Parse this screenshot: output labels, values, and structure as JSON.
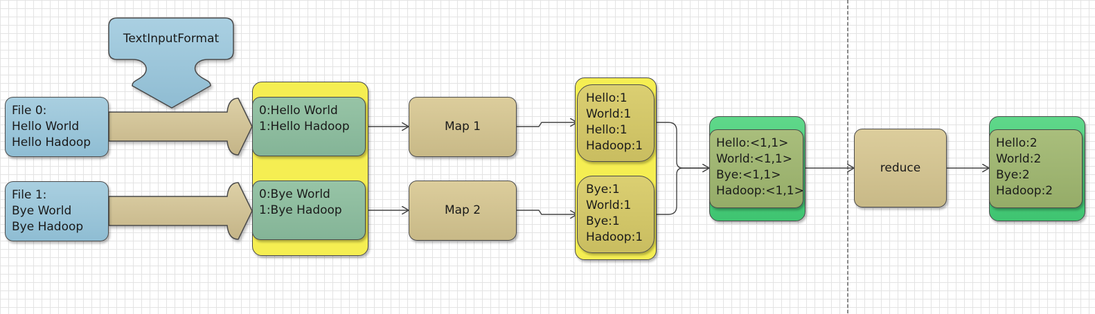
{
  "input_format": {
    "label": "TextInputFormat"
  },
  "files": [
    {
      "lines": [
        "File 0:",
        "Hello World",
        "Hello Hadoop"
      ]
    },
    {
      "lines": [
        "File 1:",
        "Bye World",
        "Bye Hadoop"
      ]
    }
  ],
  "key_values": [
    {
      "lines": [
        "0:Hello World",
        "1:Hello Hadoop"
      ]
    },
    {
      "lines": [
        "0:Bye World",
        "1:Bye Hadoop"
      ]
    }
  ],
  "maps": [
    {
      "label": "Map 1"
    },
    {
      "label": "Map 2"
    }
  ],
  "map_outputs": [
    {
      "lines": [
        "Hello:1",
        "World:1",
        "Hello:1",
        "Hadoop:1"
      ]
    },
    {
      "lines": [
        "Bye:1",
        "World:1",
        "Bye:1",
        "Hadoop:1"
      ]
    }
  ],
  "shuffle": {
    "lines": [
      "Hello:<1,1>",
      "World:<1,1>",
      "Bye:<1,1>",
      "Hadoop:<1,1>"
    ]
  },
  "reduce": {
    "label": "reduce"
  },
  "result": {
    "lines": [
      "Hello:2",
      "World:2",
      "Bye:2",
      "Hadoop:2"
    ]
  },
  "colors": {
    "file_box": "#9cc6da",
    "key_value_box": "#8dbb9e",
    "map_box": "#d2c391",
    "map_output_box": "#d2c669",
    "yellow_group": "#f5ee52",
    "green_group": "#4fcf7e",
    "reduce_stage_box": "#a0b572"
  }
}
